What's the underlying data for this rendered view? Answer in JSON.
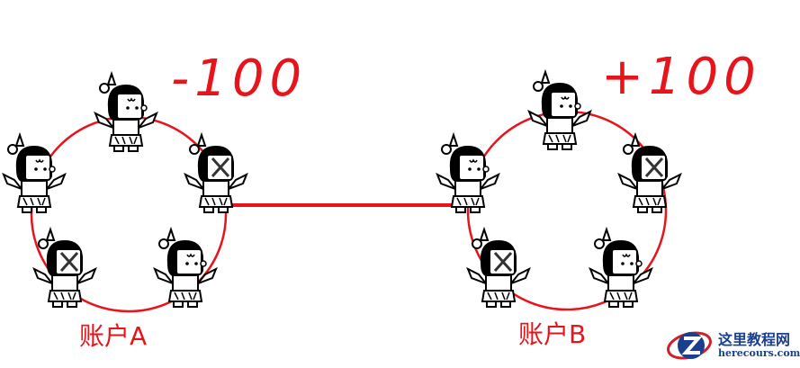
{
  "account_a": {
    "label": "账户A",
    "change": "-100",
    "members": 5,
    "crossed": 2
  },
  "account_b": {
    "label": "账户B",
    "change": "+100",
    "members": 5,
    "crossed": 2
  },
  "watermark": {
    "title": "这里教程网",
    "url": "herecours.com"
  },
  "colors": {
    "accent": "#e8141b",
    "watermark": "#1a3f8f"
  }
}
